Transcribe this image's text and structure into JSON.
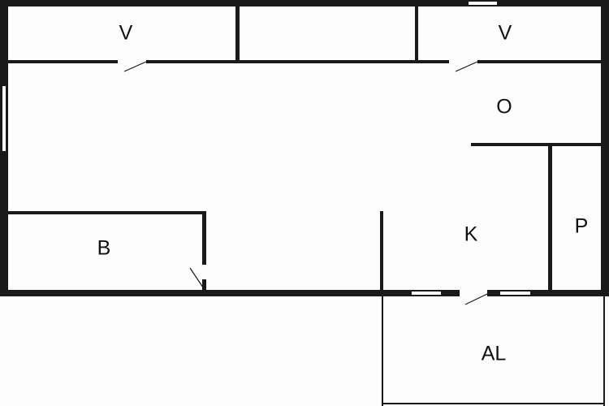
{
  "rooms": {
    "v_left": "V",
    "v_right": "V",
    "o": "O",
    "k": "K",
    "p": "P",
    "b": "B",
    "al": "AL"
  },
  "colors": {
    "wall": "#1a1a1a",
    "floor": "#fdfdfd"
  }
}
